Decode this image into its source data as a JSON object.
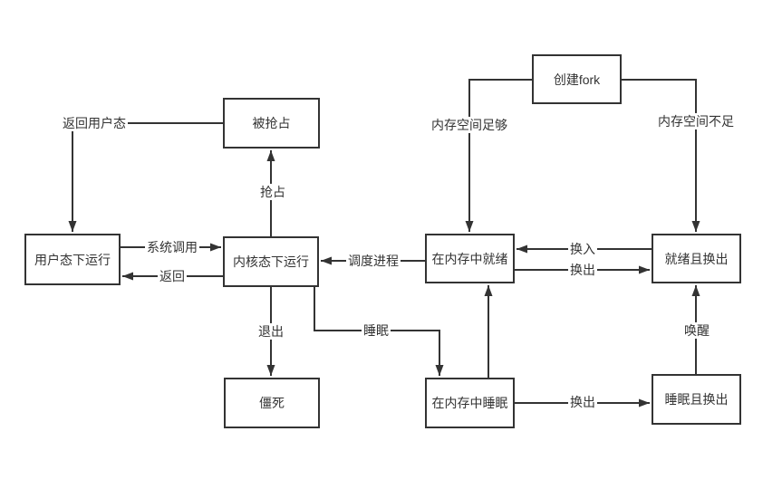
{
  "diagram": {
    "title": "process-state-diagram",
    "background_color": "#ffffff",
    "line_color": "#333333",
    "text_color": "#333333",
    "nodes": {
      "preempted": {
        "label": "被抢占"
      },
      "user_run": {
        "label": "用户态下运行"
      },
      "kernel_run": {
        "label": "内核态下运行"
      },
      "create_fork": {
        "label": "创建fork"
      },
      "ready_in_memory": {
        "label": "在内存中就绪"
      },
      "ready_swapped": {
        "label": "就绪且换出"
      },
      "zombie": {
        "label": "僵死"
      },
      "sleep_in_memory": {
        "label": "在内存中睡眠"
      },
      "sleep_swapped": {
        "label": "睡眠且换出"
      }
    },
    "edge_labels": {
      "return_to_user": "返回用户态",
      "preempt": "抢占",
      "syscall": "系统调用",
      "return_label": "返回",
      "schedule_process": "调度进程",
      "exit": "退出",
      "sleep": "睡眠",
      "memory_enough": "内存空间足够",
      "memory_insufficient": "内存空间不足",
      "swap_in": "换入",
      "swap_out_ready": "换出",
      "wakeup": "唤醒",
      "swap_out_sleep": "换出"
    }
  }
}
